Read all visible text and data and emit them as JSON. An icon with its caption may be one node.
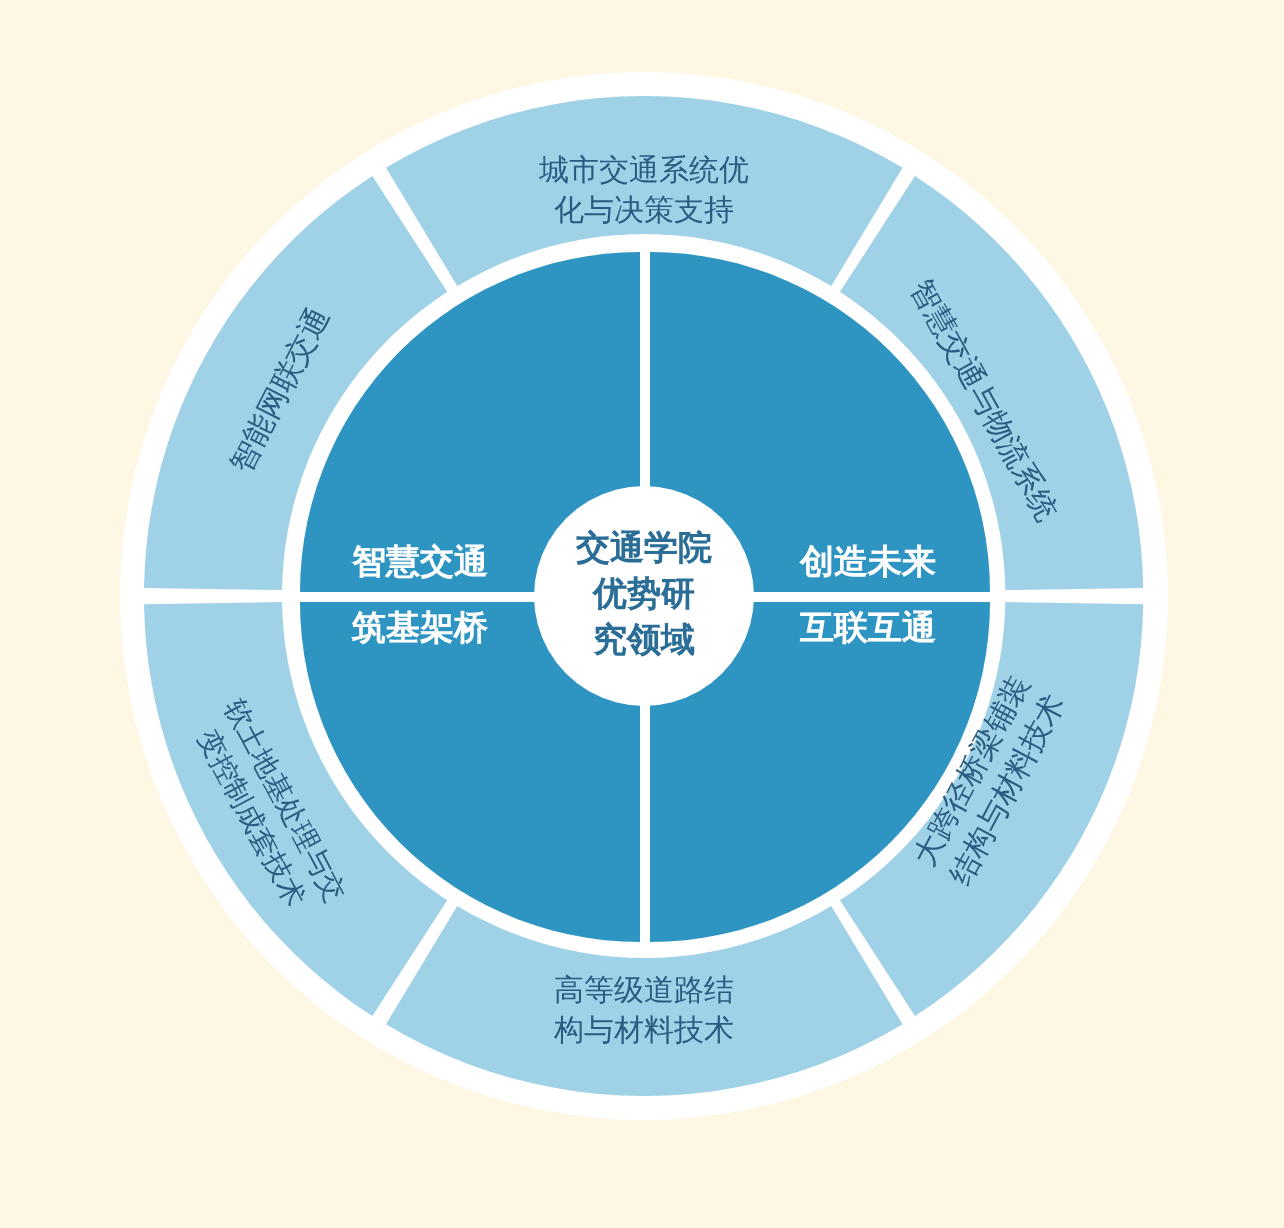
{
  "diagram": {
    "nodes": [
      {
        "text": [
          "城市交通系统优化与决策支持"
        ]
      },
      {
        "text": [
          "智慧交通与物流系统"
        ]
      },
      {
        "text": [
          "大跨径桥梁铺装结构与材料技术"
        ]
      },
      {
        "text": [
          "高等级道路结构与材料技术"
        ]
      },
      {
        "text": [
          "软土地基处理与交变控制成套技术"
        ]
      },
      {
        "text": [
          "智能网联交通"
        ]
      },
      {
        "text": [
          "智慧交通"
        ]
      },
      {
        "text": [
          "创造未来"
        ]
      },
      {
        "text": [
          "筑基架桥"
        ]
      },
      {
        "text": [
          "互联互通"
        ]
      },
      {
        "text": [
          "交通学院优势研究领域"
        ]
      }
    ]
  }
}
